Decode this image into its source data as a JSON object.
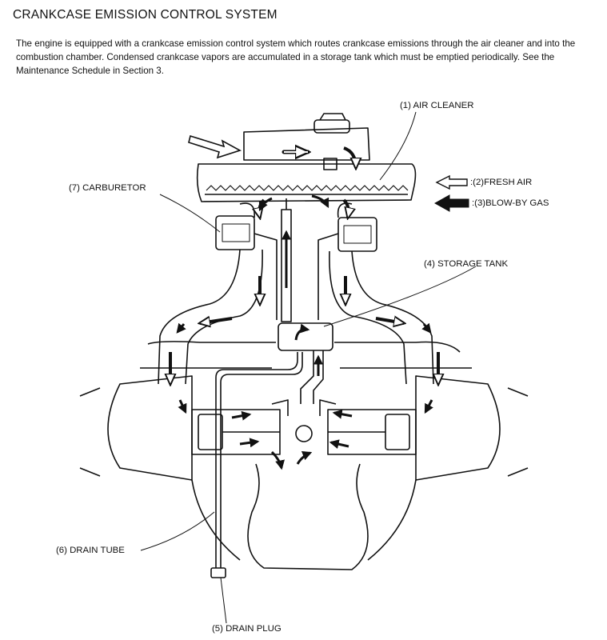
{
  "page": {
    "title": "CRANKCASE EMISSION CONTROL SYSTEM",
    "intro": "The engine is equipped with a crankcase emission control system which routes crankcase emissions through the air cleaner and into the combustion chamber. Condensed crankcase vapors are accumulated in a storage tank which must be emptied periodically. See the Maintenance Schedule in Section 3."
  },
  "labels": {
    "air_cleaner": "(1) AIR CLEANER",
    "fresh_air": ":(2)FRESH AIR",
    "blow_by_gas": ":(3)BLOW-BY GAS",
    "storage_tank": "(4) STORAGE TANK",
    "drain_plug": "(5) DRAIN PLUG",
    "drain_tube": "(6) DRAIN TUBE",
    "carburetor": "(7) CARBURETOR"
  },
  "legend": {
    "fresh_air_icon": "hollow-arrow-left",
    "blow_by_icon": "solid-arrow-left"
  },
  "colors": {
    "ink": "#111111",
    "paper": "#ffffff"
  }
}
